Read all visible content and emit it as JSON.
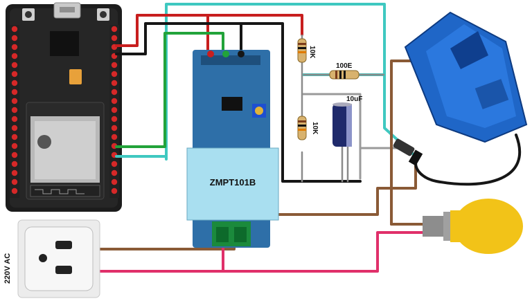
{
  "labels": {
    "r_top": "10K",
    "r_series": "100E",
    "cap": "10uF",
    "r_bottom": "10K",
    "module": "ZMPT101B",
    "ac_source": "220V AC"
  },
  "colors": {
    "board": "#1c1c1c",
    "module_blue": "#2e6fa8",
    "transformer": "#a9dff0",
    "ct_blue": "#1f66c7",
    "wire_red": "#c81e1e",
    "wire_black": "#161616",
    "wire_green": "#22a33a",
    "wire_cyan": "#3fc8c0",
    "wire_brown": "#8a5a36",
    "wire_gray": "#9a9a9a",
    "wire_pink": "#e0306a",
    "bulb": "#f2c318"
  },
  "icons": {
    "esp32": "esp32-devkit-board",
    "sensor": "zmpt101b-voltage-sensor",
    "ct": "split-core-current-transformer",
    "socket": "wall-socket",
    "lamp": "light-bulb"
  }
}
